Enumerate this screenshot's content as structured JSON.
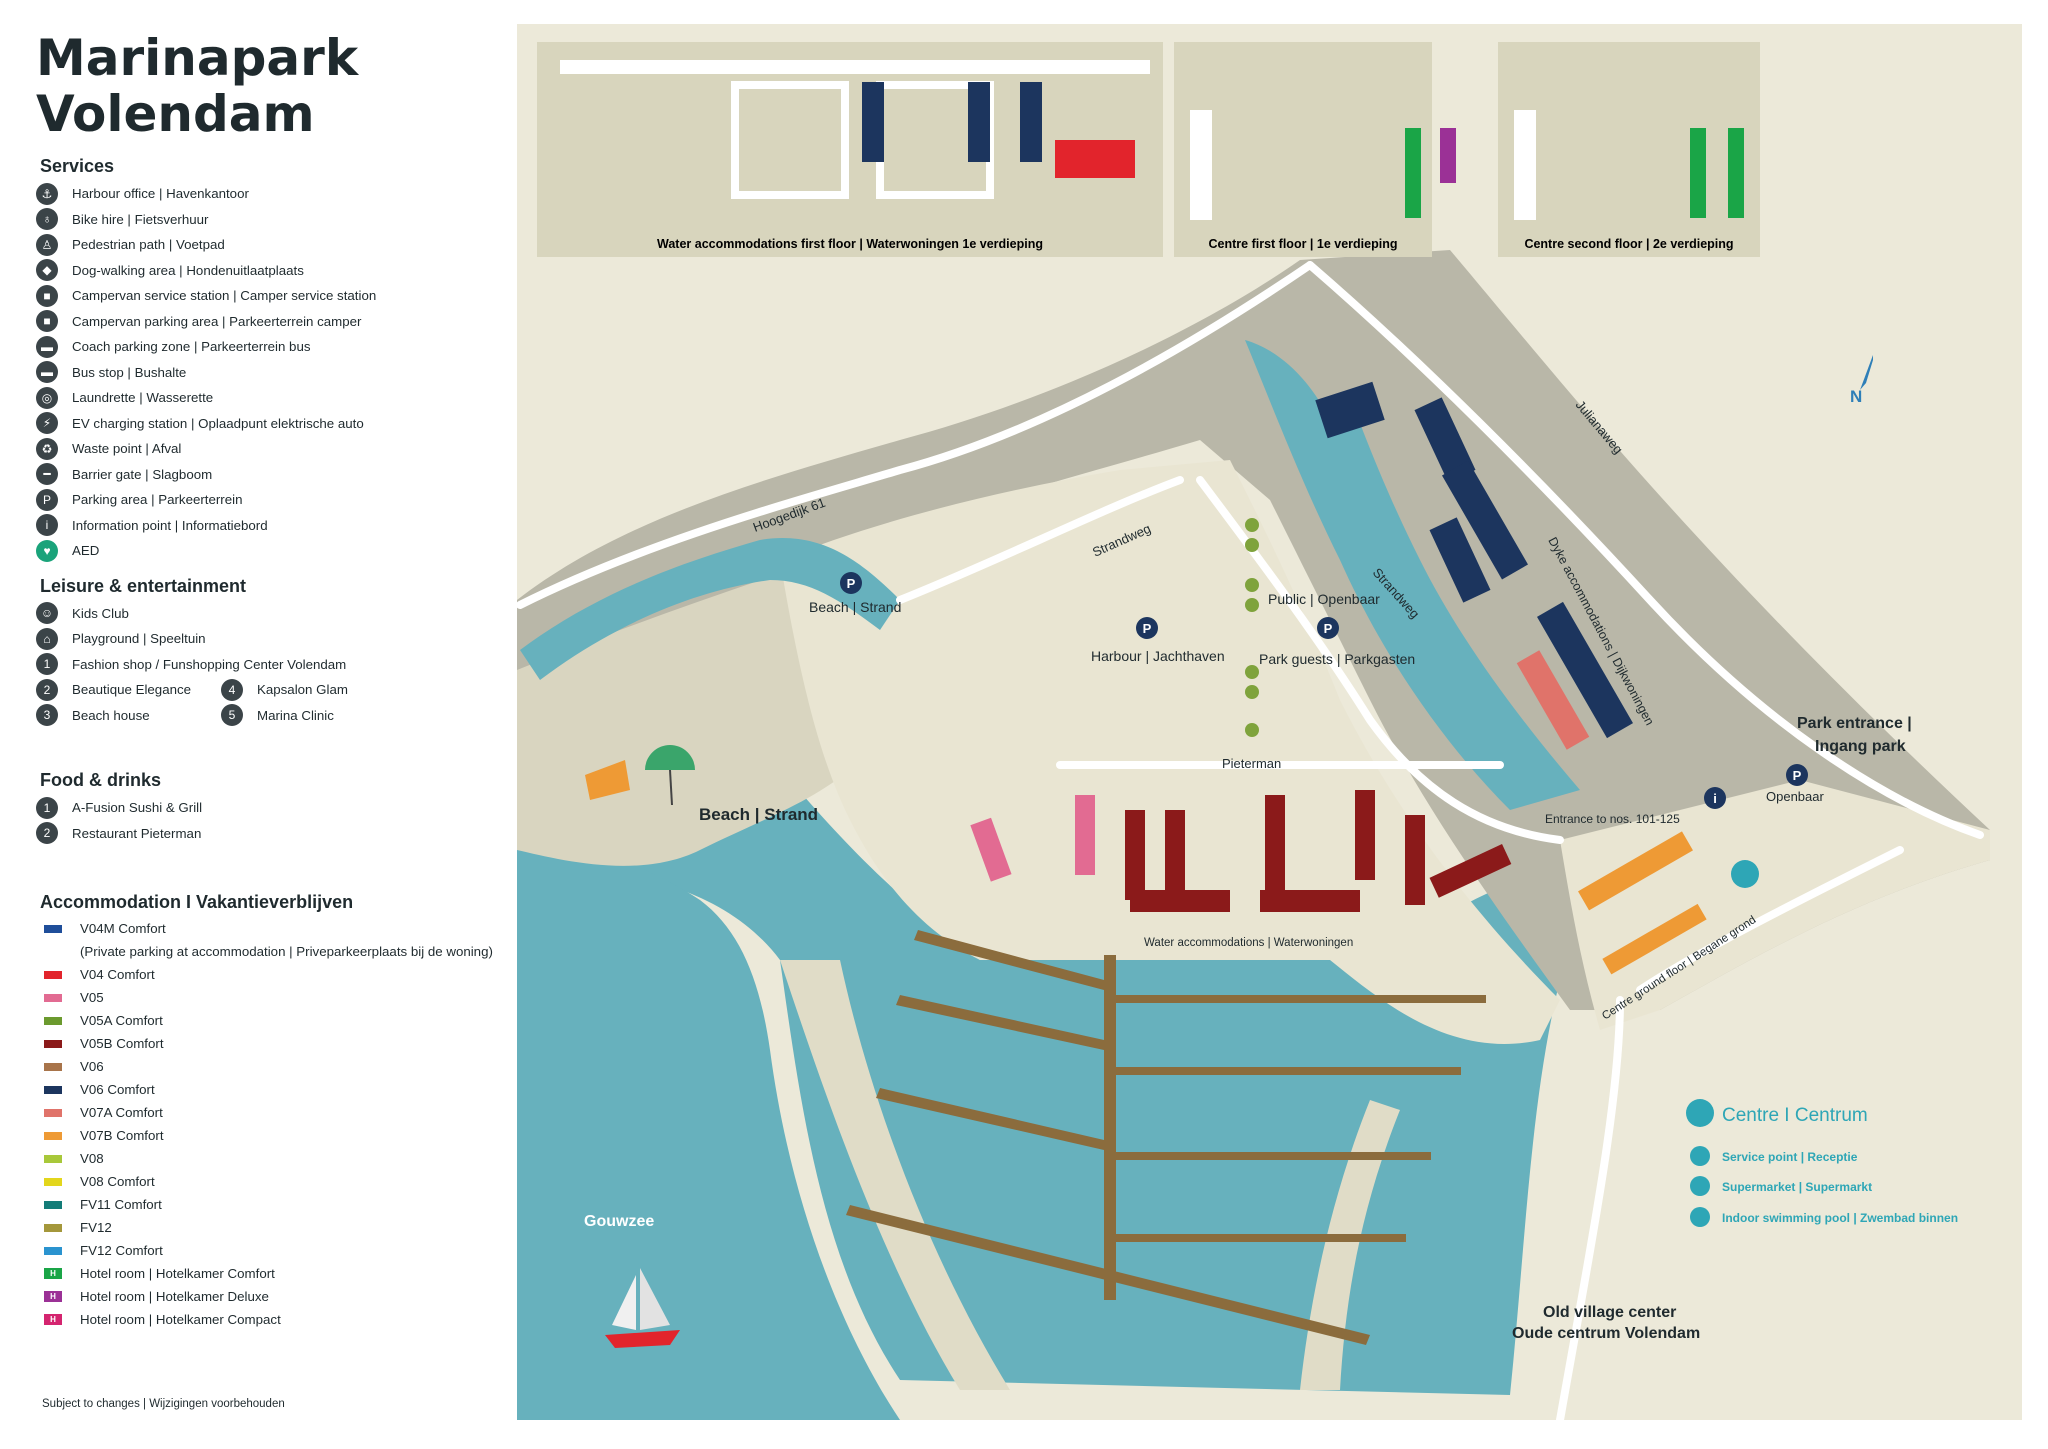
{
  "title": {
    "line1": "Marinapark",
    "line2": "Volendam"
  },
  "services": {
    "heading": "Services",
    "items": [
      {
        "icon": "anchor-icon",
        "glyph": "⚓",
        "label": "Harbour office | Havenkantoor"
      },
      {
        "icon": "bike-icon",
        "glyph": "♁",
        "label": "Bike hire | Fietsverhuur"
      },
      {
        "icon": "pedestrian-icon",
        "glyph": "♙",
        "label": "Pedestrian path | Voetpad"
      },
      {
        "icon": "dog-icon",
        "glyph": "◆",
        "label": "Dog-walking area | Hondenuitlaatplaats"
      },
      {
        "icon": "campervan-service-icon",
        "glyph": "■",
        "label": "Campervan service station | Camper service station"
      },
      {
        "icon": "campervan-parking-icon",
        "glyph": "■",
        "label": "Campervan parking area | Parkeerterrein camper"
      },
      {
        "icon": "coach-icon",
        "glyph": "▬",
        "label": "Coach parking zone | Parkeerterrein bus"
      },
      {
        "icon": "bus-stop-icon",
        "glyph": "▬",
        "label": "Bus stop | Bushalte"
      },
      {
        "icon": "laundrette-icon",
        "glyph": "◎",
        "label": "Laundrette | Wasserette"
      },
      {
        "icon": "ev-charging-icon",
        "glyph": "⚡",
        "label": "EV charging station | Oplaadpunt elektrische auto"
      },
      {
        "icon": "waste-icon",
        "glyph": "♻",
        "label": "Waste point | Afval"
      },
      {
        "icon": "barrier-icon",
        "glyph": "━",
        "label": "Barrier gate | Slagboom"
      },
      {
        "icon": "parking-icon",
        "glyph": "P",
        "label": "Parking area | Parkeerterrein"
      },
      {
        "icon": "info-icon",
        "glyph": "i",
        "label": "Information point | Informatiebord"
      },
      {
        "icon": "aed-icon",
        "glyph": "♥",
        "label": "AED"
      }
    ]
  },
  "leisure": {
    "heading": "Leisure & entertainment",
    "items": [
      {
        "icon": "kids-club-icon",
        "glyph": "☺",
        "label": "Kids Club"
      },
      {
        "icon": "playground-icon",
        "glyph": "⌂",
        "label": "Playground | Speeltuin"
      },
      {
        "icon": "shopping-bag-icon",
        "glyph": "1",
        "label": "Fashion shop / Funshopping Center Volendam"
      }
    ],
    "two_col": {
      "left": [
        {
          "icon": "shopping-bag-icon",
          "glyph": "2",
          "label": "Beautique Elegance"
        },
        {
          "icon": "shopping-bag-icon",
          "glyph": "3",
          "label": "Beach house"
        }
      ],
      "right": [
        {
          "icon": "shopping-bag-icon",
          "glyph": "4",
          "label": "Kapsalon Glam"
        },
        {
          "icon": "shopping-bag-icon",
          "glyph": "5",
          "label": "Marina Clinic"
        }
      ]
    }
  },
  "food": {
    "heading": "Food & drinks",
    "items": [
      {
        "icon": "restaurant-icon",
        "glyph": "1",
        "label": "A-Fusion Sushi & Grill"
      },
      {
        "icon": "restaurant-icon",
        "glyph": "2",
        "label": "Restaurant Pieterman"
      }
    ]
  },
  "accommodation": {
    "heading": "Accommodation I Vakantieverblijven",
    "items": [
      {
        "color": "#1f4e9a",
        "label": "V04M Comfort"
      },
      {
        "color": "",
        "label": "(Private parking at accommodation | Priveparkeerplaats bij de woning)"
      },
      {
        "color": "#e2242c",
        "label": "V04 Comfort"
      },
      {
        "color": "#e26b92",
        "label": "V05"
      },
      {
        "color": "#6b9a2e",
        "label": "V05A Comfort"
      },
      {
        "color": "#8b1a1a",
        "label": "V05B Comfort"
      },
      {
        "color": "#a8744a",
        "label": "V06"
      },
      {
        "color": "#1c355e",
        "label": "V06 Comfort"
      },
      {
        "color": "#e0736a",
        "label": "V07A Comfort"
      },
      {
        "color": "#ee9a35",
        "label": "V07B Comfort"
      },
      {
        "color": "#a8c83a",
        "label": "V08"
      },
      {
        "color": "#e3d61c",
        "label": "V08 Comfort"
      },
      {
        "color": "#137c78",
        "label": "FV11 Comfort"
      },
      {
        "color": "#a4973b",
        "label": "FV12"
      },
      {
        "color": "#2a93cf",
        "label": "FV12 Comfort"
      },
      {
        "color": "#1aa547",
        "badge": "H",
        "label": "Hotel room | Hotelkamer Comfort"
      },
      {
        "color": "#9b3196",
        "badge": "H",
        "label": "Hotel room | Hotelkamer Deluxe"
      },
      {
        "color": "#d4246f",
        "badge": "H",
        "label": "Hotel room | Hotelkamer Compact"
      }
    ]
  },
  "footnote": "Subject to changes | Wijzigingen voorbehouden",
  "map": {
    "insets": {
      "water": "Water accommodations first floor | Waterwoningen 1e verdieping",
      "centre1": "Centre first floor | 1e verdieping",
      "centre2": "Centre second floor | 2e verdieping"
    },
    "streets": {
      "hoogedijk": "Hoogedijk 61",
      "strandweg1": "Strandweg",
      "strandweg2": "Strandweg",
      "julianaweg": "Julianaweg",
      "pieterman": "Pieterman"
    },
    "areas": {
      "beach_parking": "Beach | Strand",
      "harbour_parking": "Harbour | Jachthaven",
      "public": "Public | Openbaar",
      "park_guests": "Park guests | Parkgasten",
      "beach": "Beach | Strand",
      "gouwzee": "Gouwzee",
      "dyke": "Dyke accommodations | Dijkwoningen",
      "water_acc": "Water accommodations | Waterwoningen",
      "centre_ground": "Centre ground floor | Begane grond",
      "entrance_nos": "Entrance to nos. 101-125",
      "park_entrance_1": "Park entrance |",
      "park_entrance_2": "Ingang park",
      "openbaar": "Openbaar",
      "old_village_1": "Old village center",
      "old_village_2": "Oude centrum Volendam",
      "north": "N"
    },
    "centre_legend": {
      "title": "Centre I Centrum",
      "items": [
        {
          "icon": "reception-icon",
          "label": "Service point | Receptie"
        },
        {
          "icon": "supermarket-icon",
          "label": "Supermarket | Supermarkt"
        },
        {
          "icon": "swimming-pool-icon",
          "label": "Indoor swimming pool | Zwembad binnen"
        }
      ]
    },
    "colors": {
      "water": "#67b1bd",
      "land": "#ece9d9",
      "dyke": "#b9b7a8",
      "paths": "#ffffff",
      "pier": "#8b6c3d",
      "accent": "#2ea6b6"
    }
  }
}
